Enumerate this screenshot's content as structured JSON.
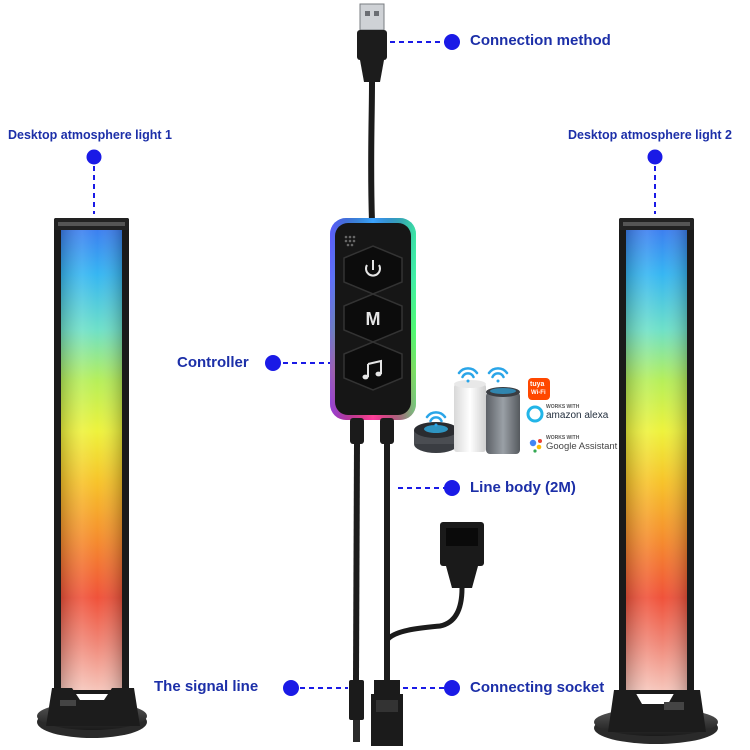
{
  "labels": {
    "connection_method": "Connection method",
    "desktop_light_1": "Desktop atmosphere light 1",
    "desktop_light_2": "Desktop atmosphere light 2",
    "controller": "Controller",
    "line_body": "Line body (2M)",
    "signal_line": "The signal line",
    "connecting_socket": "Connecting socket"
  },
  "controller_buttons": {
    "mode": "M"
  },
  "badges": {
    "tuya": "tuya",
    "wifi": "Wi-Fi",
    "alexa_top": "WORKS WITH",
    "alexa": "amazon alexa",
    "google_top": "WORKS WITH",
    "google": "Google Assistant"
  },
  "colors": {
    "label_text": "#1c2fa8",
    "marker_dot": "#1a1ae6",
    "cable": "#1b1b1b",
    "wifi": "#2aa5e8"
  },
  "icons": [
    "usb-plug-icon",
    "power-icon",
    "music-note-icon",
    "wifi-icon",
    "alexa-logo-icon",
    "google-assistant-logo-icon",
    "tuya-logo-icon"
  ]
}
